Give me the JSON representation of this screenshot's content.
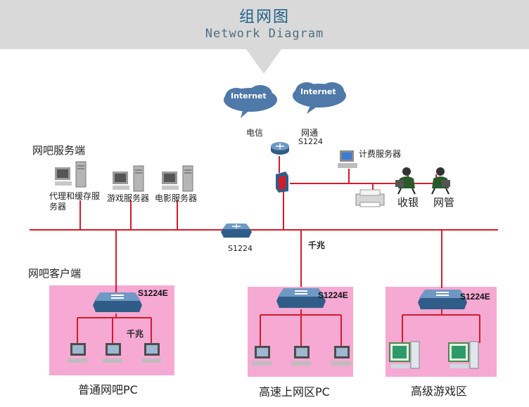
{
  "header": {
    "title_zh": "组网图",
    "title_en": "Network Diagram"
  },
  "internet": {
    "cloud_label": "Internet",
    "isp_left": "电信",
    "isp_right": "网通",
    "router_model": "S1224"
  },
  "top_right": {
    "billing_server": "计费服务器",
    "cashier": "收银",
    "admin": "网管"
  },
  "backbone": {
    "switch_model": "S1224",
    "gigabit": "千兆"
  },
  "server_side": {
    "title": "网吧服务端",
    "servers": [
      "代理和缓存服务器",
      "游戏服务器",
      "电影服务器"
    ]
  },
  "client_side": {
    "title": "网吧客户端",
    "zones": [
      {
        "name": "普通网吧PC",
        "switch": "S1224E",
        "gigabit": "千兆"
      },
      {
        "name": "高速上网区PC",
        "switch": "S1224E"
      },
      {
        "name": "高级游戏区",
        "switch": "S1224E"
      }
    ]
  },
  "colors": {
    "link": "#d41c2a",
    "zone_bg": "#f6a9d3",
    "header_bg": "#d9d9d9",
    "switch": "#2f5d87",
    "cloud": "#4e79a8"
  }
}
